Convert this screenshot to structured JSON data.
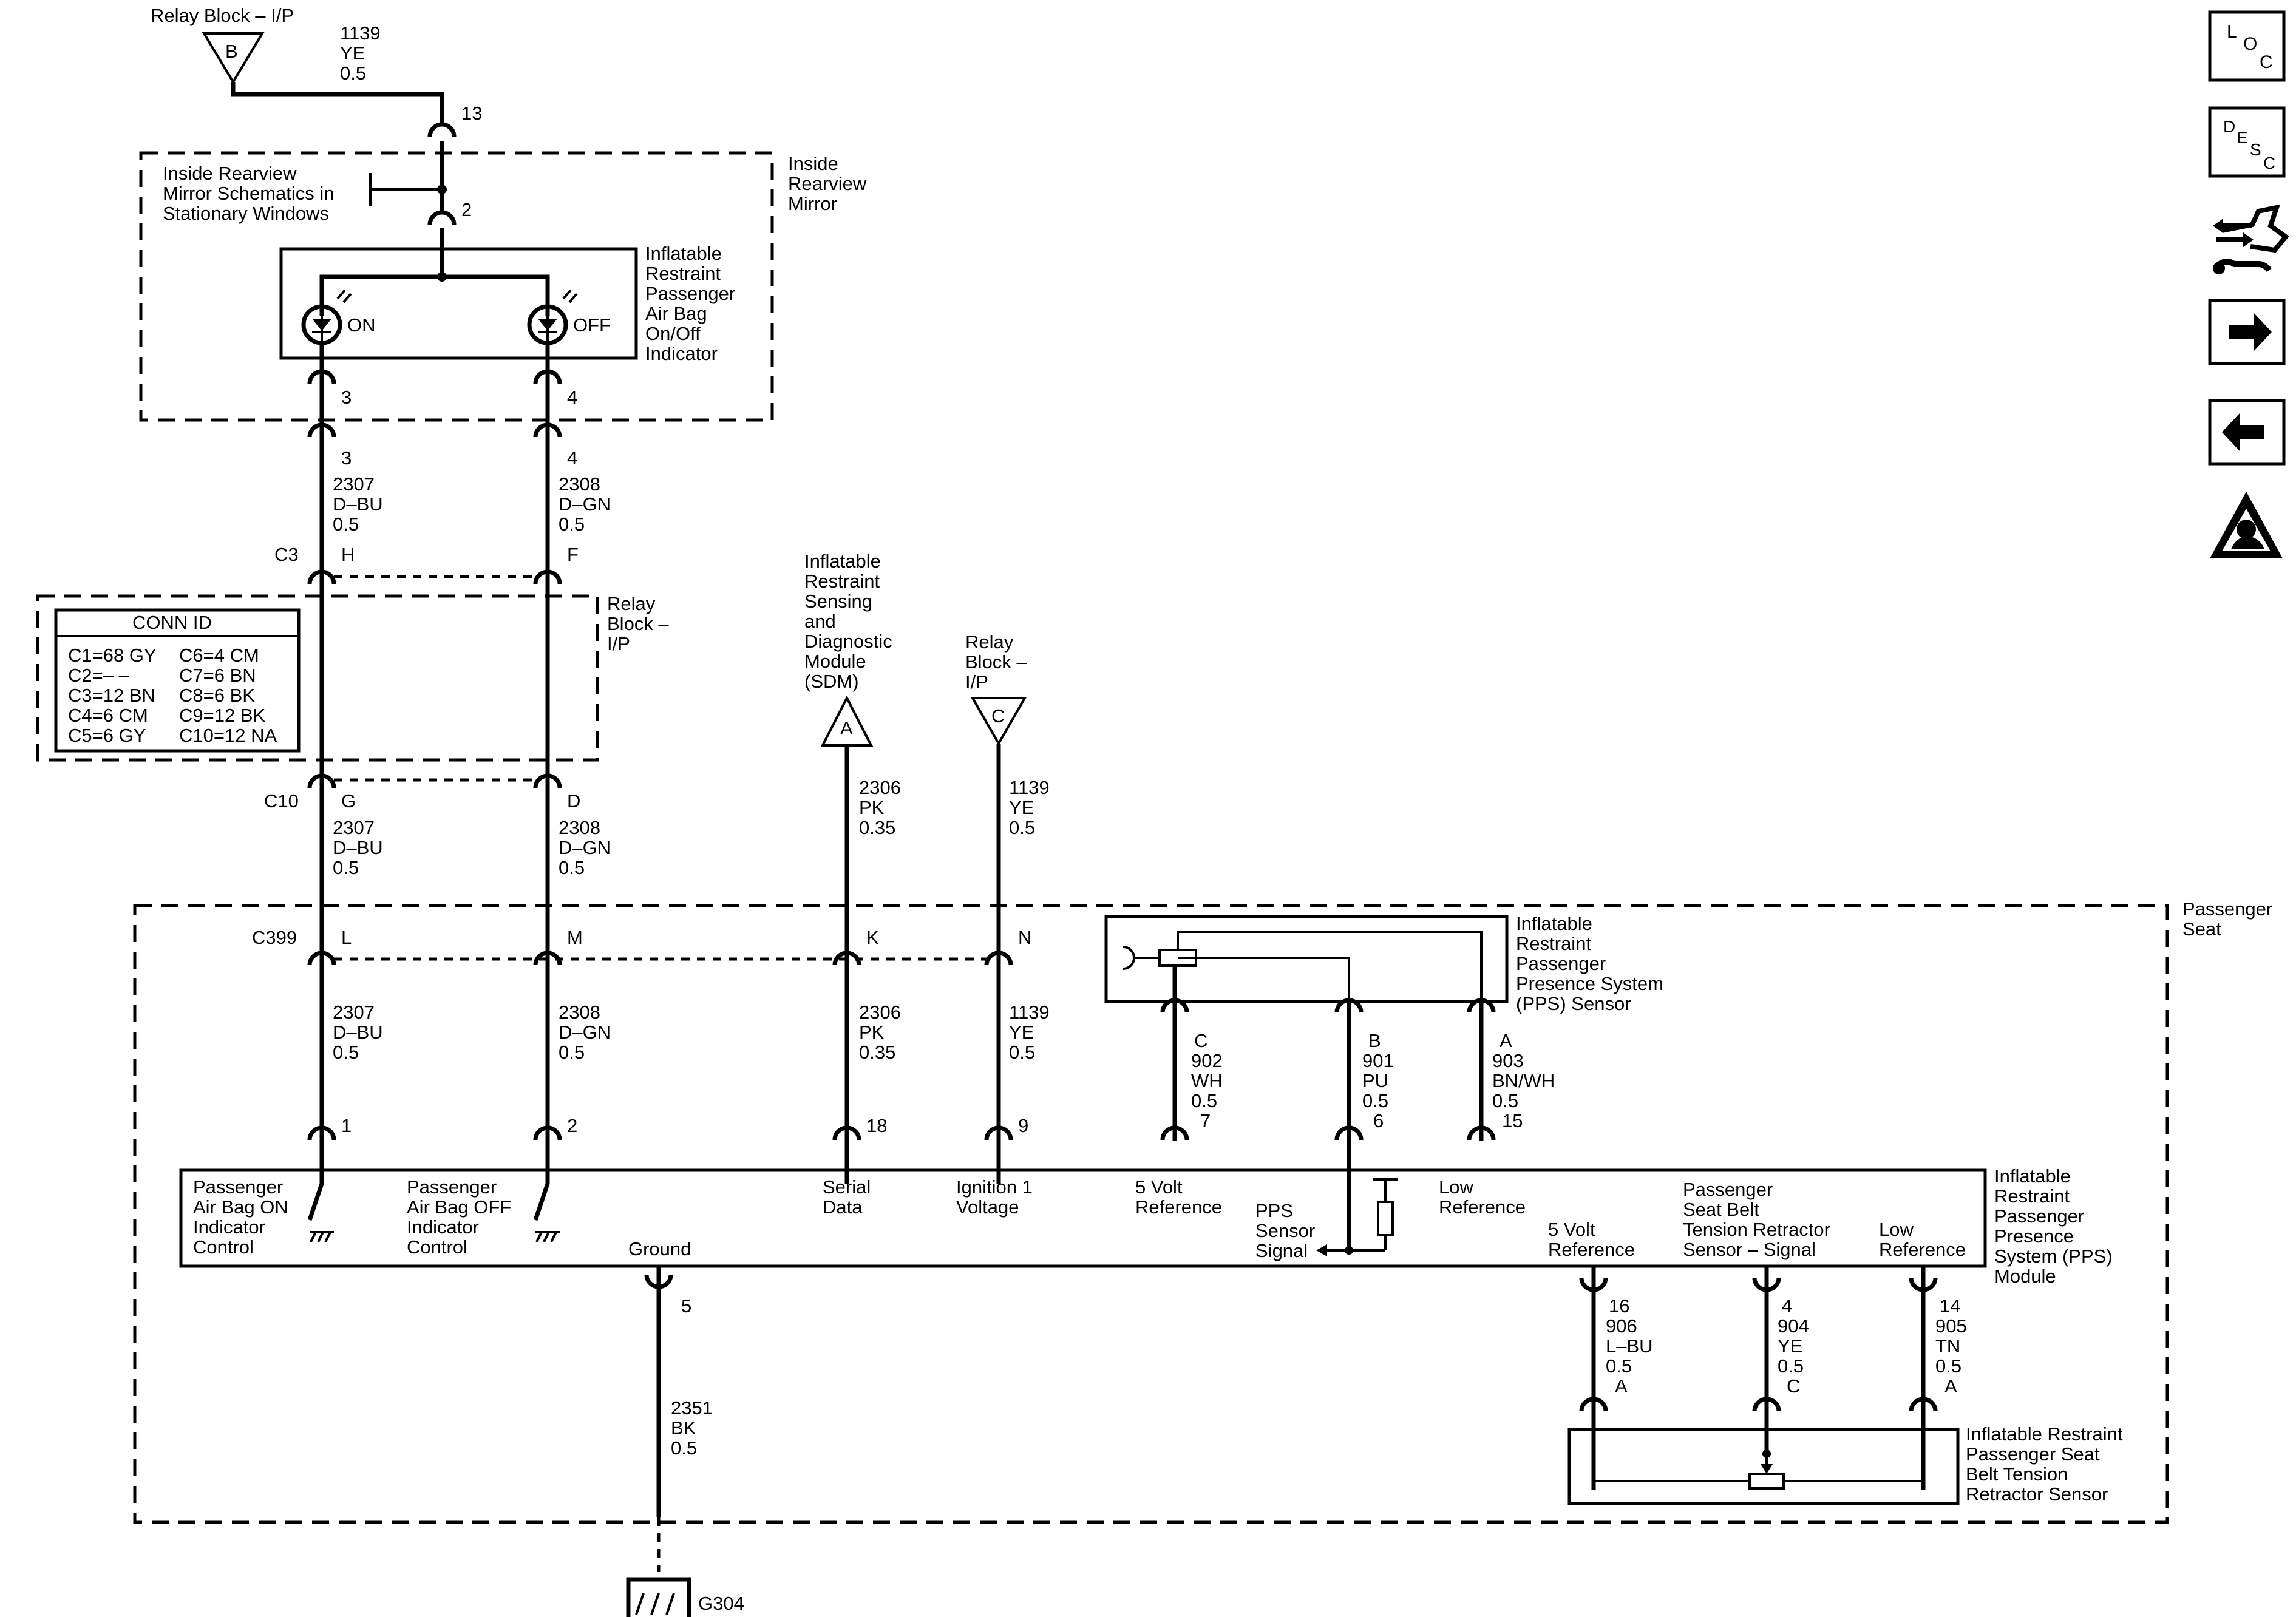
{
  "top_source": {
    "label": "Relay Block – I/P",
    "pin": "B",
    "circuit": "1139",
    "color": "YE",
    "gauge": "0.5"
  },
  "mirror": {
    "pin_13": "13",
    "pin_2": "2",
    "note": [
      "Inside Rearview",
      "Mirror Schematics in",
      "Stationary Windows"
    ],
    "label": [
      "Inside",
      "Rearview",
      "Mirror"
    ],
    "indicator_label": [
      "Inflatable",
      "Restraint",
      "Passenger",
      "Air Bag",
      "On/Off",
      "Indicator"
    ],
    "on": "ON",
    "off": "OFF",
    "pin_3": "3",
    "pin_4": "4"
  },
  "left_wire": {
    "pin": "3",
    "circuit": "2307",
    "color": "D–BU",
    "gauge": "0.5"
  },
  "right_wire": {
    "pin": "4",
    "circuit": "2308",
    "color": "D–GN",
    "gauge": "0.5"
  },
  "relay_block": {
    "c3": "C3",
    "c3_h": "H",
    "c3_f": "F",
    "label": [
      "Relay",
      "Block –",
      "I/P"
    ],
    "c10": "C10",
    "c10_g": "G",
    "c10_d": "D",
    "conn_id_title": "CONN ID",
    "conn_id_left": [
      "C1=68 GY",
      "C2=– –",
      "C3=12 BN",
      "C4=6 CM",
      "C5=6 GY"
    ],
    "conn_id_right": [
      "C6=4 CM",
      "C7=6 BN",
      "C8=6 BK",
      "C9=12 BK",
      "C10=12 NA"
    ]
  },
  "sdm": {
    "label": [
      "Inflatable",
      "Restraint",
      "Sensing",
      "and",
      "Diagnostic",
      "Module",
      "(SDM)"
    ],
    "pin": "A",
    "circuit": "2306",
    "color": "PK",
    "gauge": "0.35"
  },
  "relay_c": {
    "label": [
      "Relay",
      "Block –",
      "I/P"
    ],
    "pin": "C",
    "circuit": "1139",
    "color": "YE",
    "gauge": "0.5"
  },
  "c399": {
    "name": "C399",
    "pins": [
      "L",
      "M",
      "K",
      "N"
    ]
  },
  "seat_label": [
    "Passenger",
    "Seat"
  ],
  "pps_sensor": {
    "label": [
      "Inflatable",
      "Restraint",
      "Passenger",
      "Presence System",
      "(PPS) Sensor"
    ],
    "wires": [
      {
        "pin": "C",
        "circuit": "902",
        "color": "WH",
        "gauge": "0.5",
        "module_pin": "7"
      },
      {
        "pin": "B",
        "circuit": "901",
        "color": "PU",
        "gauge": "0.5",
        "module_pin": "6"
      },
      {
        "pin": "A",
        "circuit": "903",
        "color": "BN/WH",
        "gauge": "0.5",
        "module_pin": "15"
      }
    ]
  },
  "module_pins_top": [
    "1",
    "2",
    "18",
    "9"
  ],
  "module": {
    "label": [
      "Inflatable",
      "Restraint",
      "Passenger",
      "Presence",
      "System (PPS)",
      "Module"
    ],
    "fn_1": [
      "Passenger",
      "Air Bag ON",
      "Indicator",
      "Control"
    ],
    "fn_2": [
      "Passenger",
      "Air Bag OFF",
      "Indicator",
      "Control"
    ],
    "fn_serial": [
      "Serial",
      "Data"
    ],
    "fn_ign": [
      "Ignition 1",
      "Voltage"
    ],
    "fn_5v": [
      "5 Volt",
      "Reference"
    ],
    "fn_pps": [
      "PPS",
      "Sensor",
      "Signal"
    ],
    "fn_low": [
      "Low",
      "Reference"
    ],
    "fn_ground": "Ground",
    "fn_5v2": [
      "5 Volt",
      "Reference"
    ],
    "fn_retr": [
      "Passenger",
      "Seat Belt",
      "Tension Retractor",
      "Sensor – Signal"
    ],
    "fn_low2": [
      "Low",
      "Reference"
    ]
  },
  "ground": {
    "pin": "5",
    "circuit": "2351",
    "color": "BK",
    "gauge": "0.5",
    "name": "G304"
  },
  "retractor": {
    "label": [
      "Inflatable Restraint",
      "Passenger Seat",
      "Belt Tension",
      "Retractor Sensor"
    ],
    "wires": [
      {
        "module_pin": "16",
        "circuit": "906",
        "color": "L–BU",
        "gauge": "0.5",
        "pin": "A"
      },
      {
        "module_pin": "4",
        "circuit": "904",
        "color": "YE",
        "gauge": "0.5",
        "pin": "C"
      },
      {
        "module_pin": "14",
        "circuit": "905",
        "color": "TN",
        "gauge": "0.5",
        "pin": "A"
      }
    ]
  },
  "nav_icons": [
    {
      "name": "loc-icon",
      "text": [
        "L",
        "O",
        "C"
      ]
    },
    {
      "name": "desc-icon",
      "text": [
        "D",
        "E",
        "S",
        "C"
      ]
    },
    {
      "name": "harness-connector-icon"
    },
    {
      "name": "next-arrow-icon"
    },
    {
      "name": "prev-arrow-icon"
    },
    {
      "name": "airbag-warning-icon"
    }
  ]
}
